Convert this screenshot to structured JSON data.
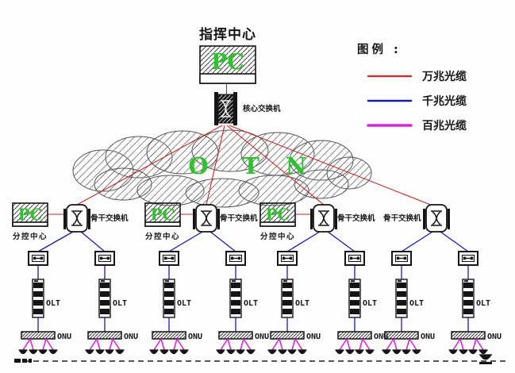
{
  "diagram": {
    "title": "指挥中心",
    "command_center_pc": "PC",
    "core_switch_label": "核心交换机",
    "cloud_letters": [
      "O",
      "T",
      "N"
    ],
    "sub_center_label": "分控中心",
    "sub_center_pc": "PC",
    "backbone_switch_label": "骨干交换机",
    "olt_label": "OLT",
    "onu_label": "ONU"
  },
  "legend": {
    "title": "图例 :",
    "items": [
      {
        "label": "万兆光缆",
        "color": "#c22828"
      },
      {
        "label": "千兆光缆",
        "color": "#1a1aaa"
      },
      {
        "label": "百兆光缆",
        "color": "#e022e0"
      }
    ]
  },
  "colors": {
    "ten_gigabit_line": "#c22828",
    "gigabit_line": "#1a1aaa",
    "hundred_megabit_line": "#e022e0",
    "device_text_green": "#2ec22e"
  }
}
